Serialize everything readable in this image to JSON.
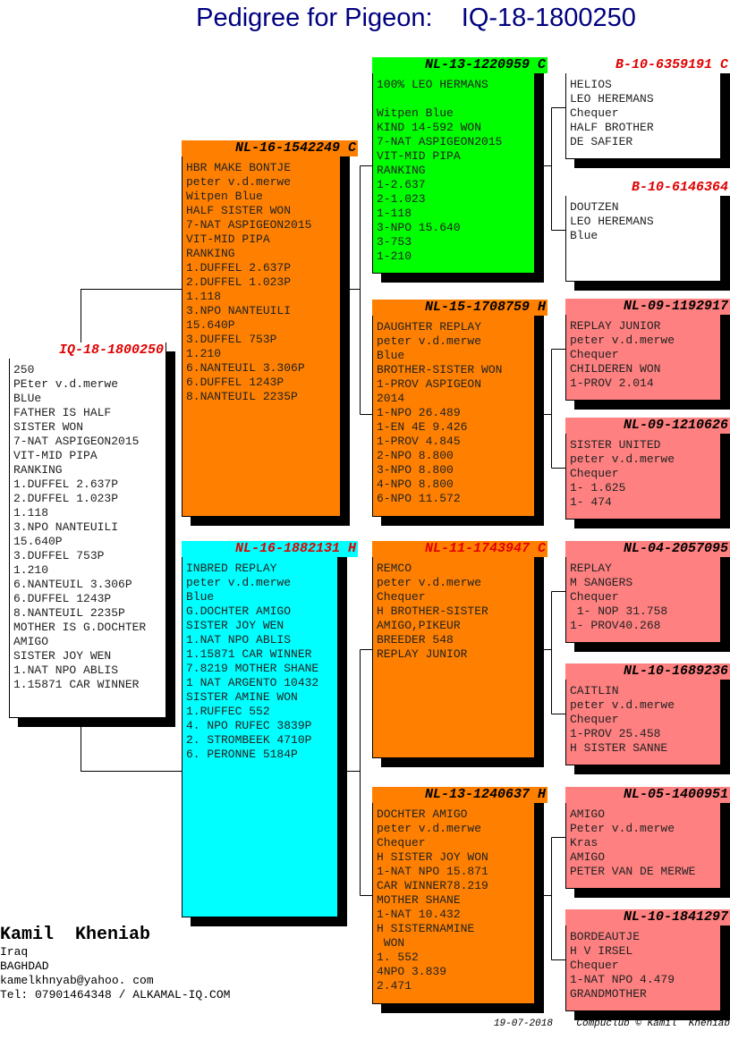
{
  "title": "Pedigree for Pigeon:    IQ-18-1800250",
  "colors": {
    "orange": "#ff8000",
    "green": "#00ff00",
    "cyan": "#00ffff",
    "salmon": "#ff8080",
    "white": "#ffffff",
    "red_ring": "#e00000",
    "title": "#000080"
  },
  "pigeons": {
    "subject": {
      "ring": "IQ-18-1800250",
      "ring_color": "red",
      "fill": "white",
      "lines": [
        "250",
        "PEter v.d.merwe",
        "BLUe",
        "FATHER IS HALF",
        "SISTER WON",
        "7-NAT ASPIGEON2015",
        "VIT-MID PIPA",
        "RANKING",
        "1.DUFFEL 2.637P",
        "2.DUFFEL 1.023P",
        "1.118",
        "3.NPO NANTEUILI",
        "15.640P",
        "3.DUFFEL 753P",
        "1.210",
        "6.NANTEUIL 3.306P",
        "6.DUFFEL 1243P",
        "8.NANTEUIL 2235P",
        "MOTHER IS G.DOCHTER",
        "AMIGO",
        "SISTER JOY WEN",
        "1.NAT NPO ABLIS",
        "1.15871 CAR WINNER"
      ]
    },
    "sire": {
      "ring": "NL-16-1542249 C",
      "ring_color": "black",
      "fill": "orange",
      "lines": [
        "HBR MAKE BONTJE",
        "peter v.d.merwe",
        "Witpen Blue",
        "HALF SISTER WON",
        "7-NAT ASPIGEON2015",
        "VIT-MID PIPA",
        "RANKING",
        "1.DUFFEL 2.637P",
        "2.DUFFEL 1.023P",
        "1.118",
        "3.NPO NANTEUILI",
        "15.640P",
        "3.DUFFEL 753P",
        "1.210",
        "6.NANTEUIL 3.306P",
        "6.DUFFEL 1243P",
        "8.NANTEUIL 2235P"
      ]
    },
    "dam": {
      "ring": "NL-16-1882131 H",
      "ring_color": "red",
      "fill": "cyan",
      "lines": [
        "INBRED REPLAY",
        "peter v.d.merwe",
        "Blue",
        "G.DOCHTER AMIGO",
        "SISTER JOY WEN",
        "1.NAT NPO ABLIS",
        "1.15871 CAR WINNER",
        "7.8219 MOTHER SHANE",
        "1 NAT ARGENTO 10432",
        "SISTER AMINE WON",
        "1.RUFFEC 552",
        "4. NPO RUFEC 3839P",
        "2. STROMBEEK 4710P",
        "6. PERONNE 5184P"
      ]
    },
    "sire_sire": {
      "ring": "NL-13-1220959 C",
      "ring_color": "black",
      "fill": "green",
      "lines": [
        "100% LEO HERMANS",
        "",
        "Witpen Blue",
        "KIND 14-592 WON",
        "7-NAT ASPIGEON2015",
        "VIT-MID PIPA",
        "RANKING",
        "1-2.637",
        "2-1.023",
        "1-118",
        "3-NPO 15.640",
        "3-753",
        "1-210"
      ]
    },
    "sire_dam": {
      "ring": "NL-15-1708759 H",
      "ring_color": "black",
      "fill": "orange",
      "lines": [
        "DAUGHTER REPLAY",
        "peter v.d.merwe",
        "Blue",
        "BROTHER-SISTER WON",
        "1-PROV ASPIGEON",
        "2014",
        "1-NPO 26.489",
        "1-EN 4E 9.426",
        "1-PROV 4.845",
        "2-NPO 8.800",
        "3-NPO 8.800",
        "4-NPO 8.800",
        "6-NPO 11.572"
      ]
    },
    "dam_sire": {
      "ring": "NL-11-1743947 C",
      "ring_color": "red",
      "fill": "orange",
      "lines": [
        "REMCO",
        "peter v.d.merwe",
        "Chequer",
        "H BROTHER-SISTER",
        "AMIGO,PIKEUR",
        "BREEDER 548",
        "REPLAY JUNIOR"
      ]
    },
    "dam_dam": {
      "ring": "NL-13-1240637 H",
      "ring_color": "black",
      "fill": "orange",
      "lines": [
        "DOCHTER AMIGO",
        "peter v.d.merwe",
        "Chequer",
        "H SISTER JOY WON",
        "1-NAT NPO 15.871",
        "CAR WINNER78.219",
        "MOTHER SHANE",
        "1-NAT 10.432",
        "H SISTERNAMINE",
        " WON",
        "1. 552",
        "4NPO 3.839",
        "2.471"
      ]
    },
    "ss_sire": {
      "ring": "B-10-6359191 C",
      "ring_color": "red",
      "fill": "white",
      "lines": [
        "HELIOS",
        "LEO HEREMANS",
        "Chequer",
        "HALF BROTHER",
        "DE SAFIER"
      ]
    },
    "ss_dam": {
      "ring": "B-10-6146364",
      "ring_color": "red",
      "fill": "white",
      "lines": [
        "DOUTZEN",
        "LEO HEREMANS",
        "Blue"
      ]
    },
    "sd_sire": {
      "ring": "NL-09-1192917",
      "ring_color": "black",
      "fill": "salmon",
      "lines": [
        "REPLAY JUNIOR",
        "peter v.d.merwe",
        "Chequer",
        "CHILDEREN WON",
        "1-PROV 2.014"
      ]
    },
    "sd_dam": {
      "ring": "NL-09-1210626",
      "ring_color": "black",
      "fill": "salmon",
      "lines": [
        "SISTER UNITED",
        "peter v.d.merwe",
        "Chequer",
        "1- 1.625",
        "1- 474"
      ]
    },
    "ds_sire": {
      "ring": "NL-04-2057095",
      "ring_color": "black",
      "fill": "salmon",
      "lines": [
        "REPLAY",
        "M SANGERS",
        "Chequer",
        " 1- NOP 31.758",
        "1- PROV40.268"
      ]
    },
    "ds_dam": {
      "ring": "NL-10-1689236",
      "ring_color": "black",
      "fill": "salmon",
      "lines": [
        "CAITLIN",
        "peter v.d.merwe",
        "Chequer",
        "1-PROV 25.458",
        "H SISTER SANNE"
      ]
    },
    "dd_sire": {
      "ring": "NL-05-1400951",
      "ring_color": "black",
      "fill": "salmon",
      "lines": [
        "AMIGO",
        "Peter v.d.merwe",
        "Kras",
        "AMIGO",
        "PETER VAN DE MERWE"
      ]
    },
    "dd_dam": {
      "ring": "NL-10-1841297",
      "ring_color": "black",
      "fill": "salmon",
      "lines": [
        "BORDEAUTJE",
        "H V IRSEL",
        "Chequer",
        "1-NAT NPO 4.479",
        "GRANDMOTHER"
      ]
    }
  },
  "owner": {
    "name": "Kamil  Kheniab",
    "lines": [
      "Iraq",
      "BAGHDAD",
      "kamelkhnyab@yahoo. com",
      "Tel: 07901464348 / ALKAMAL-IQ.COM"
    ]
  },
  "footer": "19-07-2018    Compuclub © Kamil  Kheniab"
}
